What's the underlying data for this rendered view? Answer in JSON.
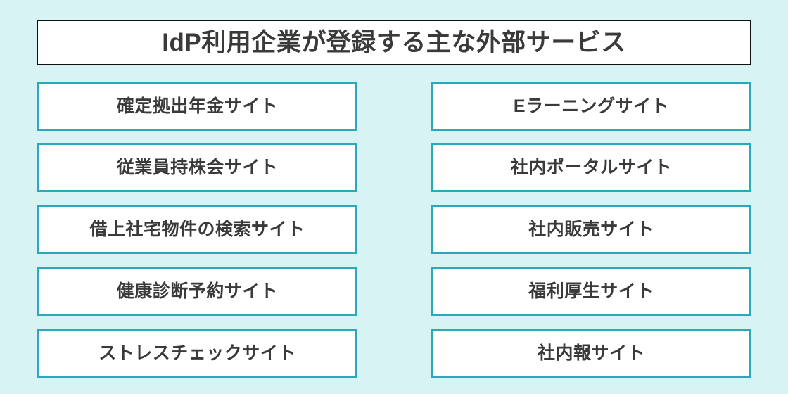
{
  "slide": {
    "background_color": "#d7f3f3",
    "accent_color": "#2ba8ba",
    "text_color": "#3a3a3a",
    "title_border_color": "#111111"
  },
  "title": {
    "text": "IdP利用企業が登録する主な外部サービス"
  },
  "cards": {
    "left_column": [
      {
        "label": "確定拠出年金サイト"
      },
      {
        "label": "従業員持株会サイト"
      },
      {
        "label": "借上社宅物件の検索サイト"
      },
      {
        "label": "健康診断予約サイト"
      },
      {
        "label": "ストレスチェックサイト"
      }
    ],
    "right_column": [
      {
        "label": "Eラーニングサイト"
      },
      {
        "label": "社内ポータルサイト"
      },
      {
        "label": "社内販売サイト"
      },
      {
        "label": "福利厚生サイト"
      },
      {
        "label": "社内報サイト"
      }
    ]
  }
}
